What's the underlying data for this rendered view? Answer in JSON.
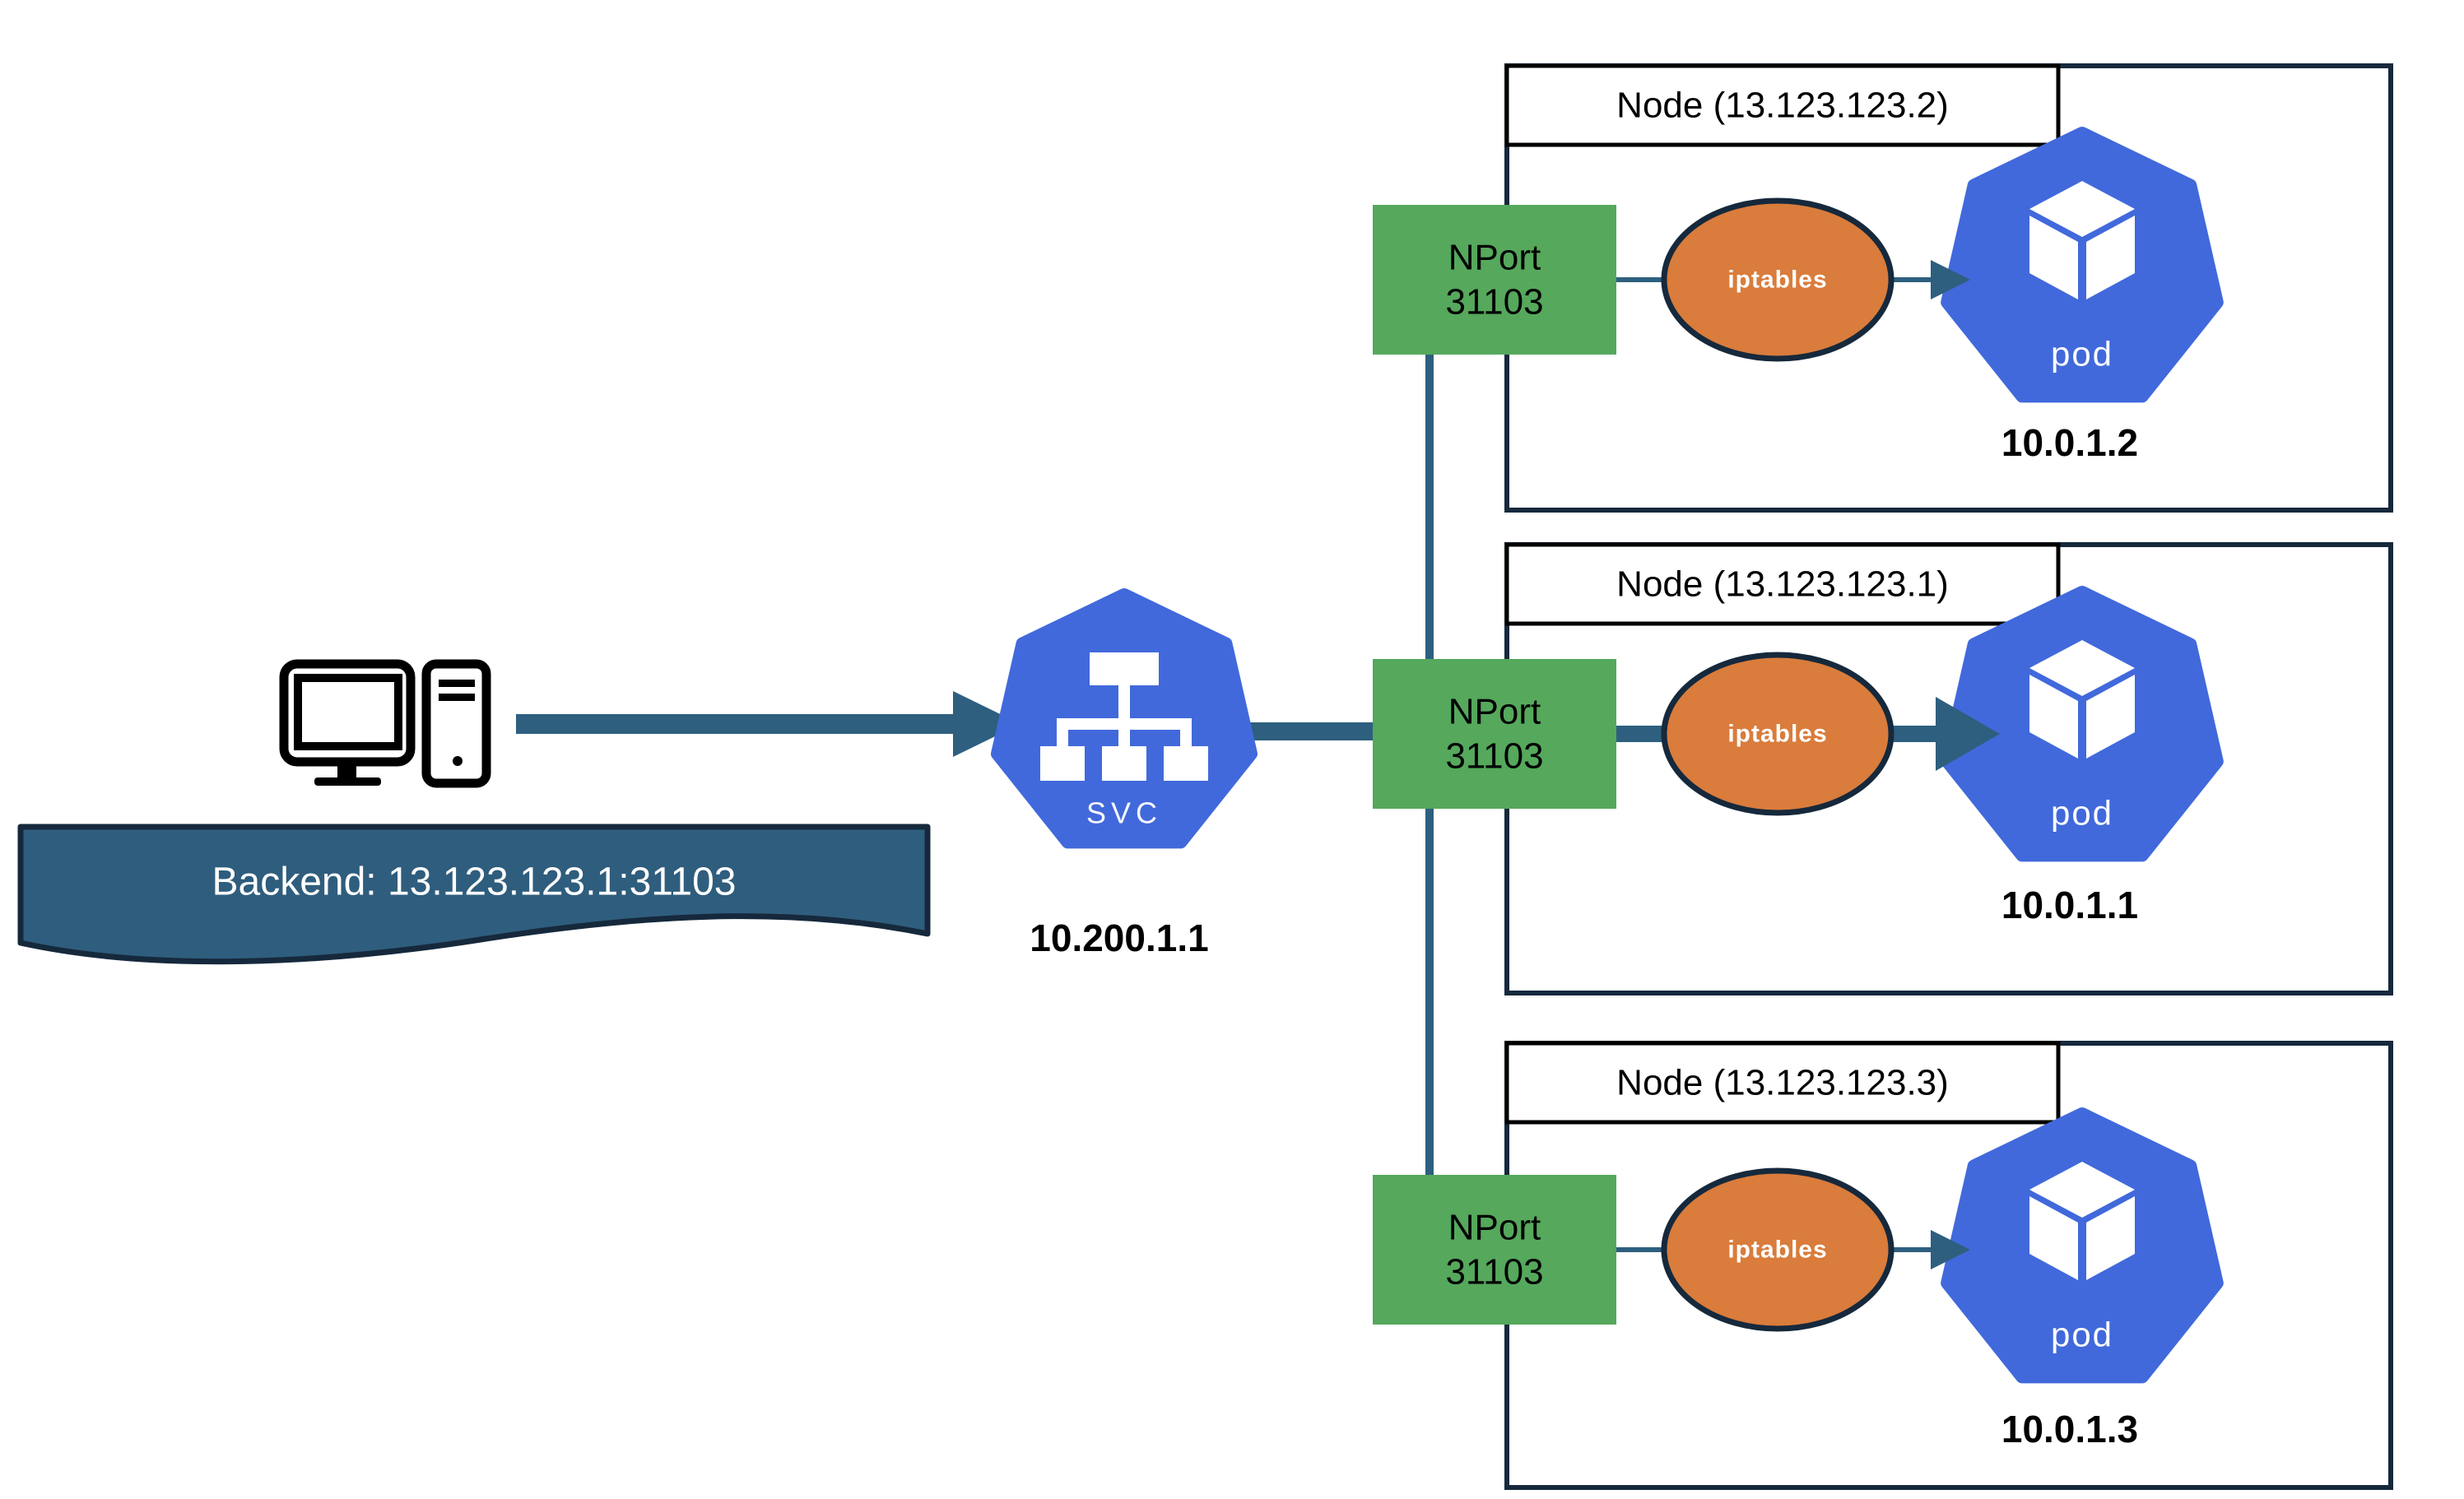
{
  "title": "Kubernetes NodePort service routing diagram",
  "colors": {
    "arrow_teal": "#2E5F7F",
    "border_navy": "#16293C",
    "nodeport_green": "#55A85C",
    "iptables_orange": "#D97C3C",
    "kubernetes_blue": "#4169DB",
    "banner_blue": "#2F5D7D",
    "text_black": "#000000",
    "text_white": "#FFFFFF"
  },
  "client": {
    "icon": "desktop-computer-icon",
    "banner_label": "Backend: 13.123.123.1:31103"
  },
  "service": {
    "icon": "kubernetes-service-icon",
    "label": "SVC",
    "ip": "10.200.1.1"
  },
  "nodes": [
    {
      "label": "Node (13.123.123.2)",
      "nodeport": {
        "line1": "NPort",
        "line2": "31103"
      },
      "iptables_label": "iptables",
      "pod": {
        "icon": "kubernetes-pod-icon",
        "label": "pod",
        "ip": "10.0.1.2"
      },
      "path_emphasized": "false"
    },
    {
      "label": "Node (13.123.123.1)",
      "nodeport": {
        "line1": "NPort",
        "line2": "31103"
      },
      "iptables_label": "iptables",
      "pod": {
        "icon": "kubernetes-pod-icon",
        "label": "pod",
        "ip": "10.0.1.1"
      },
      "path_emphasized": "true"
    },
    {
      "label": "Node (13.123.123.3)",
      "nodeport": {
        "line1": "NPort",
        "line2": "31103"
      },
      "iptables_label": "iptables",
      "pod": {
        "icon": "kubernetes-pod-icon",
        "label": "pod",
        "ip": "10.0.1.3"
      },
      "path_emphasized": "false"
    }
  ]
}
